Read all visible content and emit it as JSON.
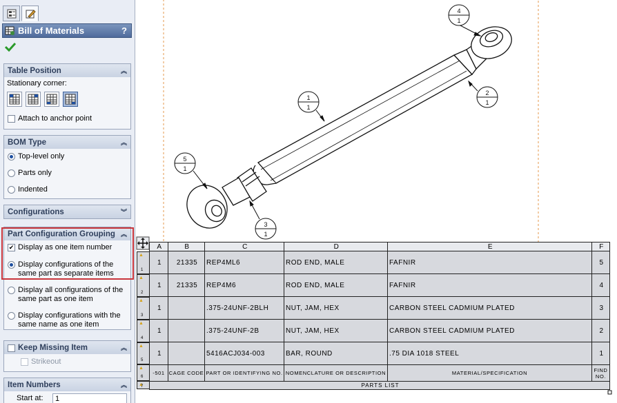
{
  "panel": {
    "tabs": [
      {
        "icon": "feature-manager-icon"
      },
      {
        "icon": "property-manager-icon"
      }
    ],
    "title": "Bill of Materials",
    "help": "?",
    "ok_icon": "checkmark-icon",
    "table_position": {
      "header": "Table Position",
      "stationary_label": "Stationary corner:",
      "corners": [
        "top-left-corner-icon",
        "top-right-corner-icon",
        "bottom-left-corner-icon",
        "bottom-right-corner-icon"
      ],
      "selected_corner": 3,
      "attach_label": "Attach to anchor point",
      "attach_checked": false
    },
    "bom_type": {
      "header": "BOM Type",
      "options": [
        "Top-level only",
        "Parts only",
        "Indented"
      ],
      "selected": 0
    },
    "configurations": {
      "header": "Configurations"
    },
    "part_config_grouping": {
      "header": "Part Configuration Grouping",
      "display_one_item": "Display as one item number",
      "opt1_line1": "Display configurations of the",
      "opt1_line2": "same part as separate items",
      "opt2_line1": "Display all configurations of the",
      "opt2_line2": "same part as one item",
      "opt3_line1": "Display configurations with the",
      "opt3_line2": "same name as one item",
      "selected": 0
    },
    "keep_missing": {
      "header": "Keep Missing Item",
      "strikeout": "Strikeout"
    },
    "item_numbers": {
      "header": "Item Numbers",
      "start_label": "Start at:",
      "start_value": "1"
    }
  },
  "balloons": [
    {
      "top": "4",
      "bottom": "1"
    },
    {
      "top": "2",
      "bottom": "1"
    },
    {
      "top": "1",
      "bottom": "1"
    },
    {
      "top": "5",
      "bottom": "1"
    },
    {
      "top": "3",
      "bottom": "1"
    }
  ],
  "bom": {
    "columns": [
      "A",
      "B",
      "C",
      "D",
      "E",
      "F"
    ],
    "rows": [
      {
        "num": "1",
        "qty": "1",
        "cage": "21335",
        "part": "REP4ML6",
        "nom": "ROD END, MALE",
        "mat": "FAFNIR",
        "find": "5"
      },
      {
        "num": "2",
        "qty": "1",
        "cage": "21335",
        "part": "REP4M6",
        "nom": "ROD END, MALE",
        "mat": "FAFNIR",
        "find": "4"
      },
      {
        "num": "3",
        "qty": "1",
        "cage": "",
        "part": ".375-24UNF-2BLH",
        "nom": "NUT, JAM, HEX",
        "mat": "CARBON STEEL CADMIUM PLATED",
        "find": "3"
      },
      {
        "num": "4",
        "qty": "1",
        "cage": "",
        "part": ".375-24UNF-2B",
        "nom": "NUT, JAM, HEX",
        "mat": "CARBON STEEL CADMIUM PLATED",
        "find": "2"
      },
      {
        "num": "5",
        "qty": "1",
        "cage": "",
        "part": "5416ACJ034-003",
        "nom": "BAR, ROUND",
        "mat": ".75 DIA 1018 STEEL",
        "find": "1"
      }
    ],
    "captions": {
      "num": "6",
      "qty": "-501",
      "cage": "CAGE CODE",
      "part": "PART OR IDENTIFYING NO.",
      "nom": "NOMENCLATURE OR DESCRIPTION",
      "mat": "MATERIAL/SPECIFICATION",
      "find": "FIND NO."
    },
    "title_row": {
      "num": "7",
      "label": "PARTS LIST"
    }
  }
}
